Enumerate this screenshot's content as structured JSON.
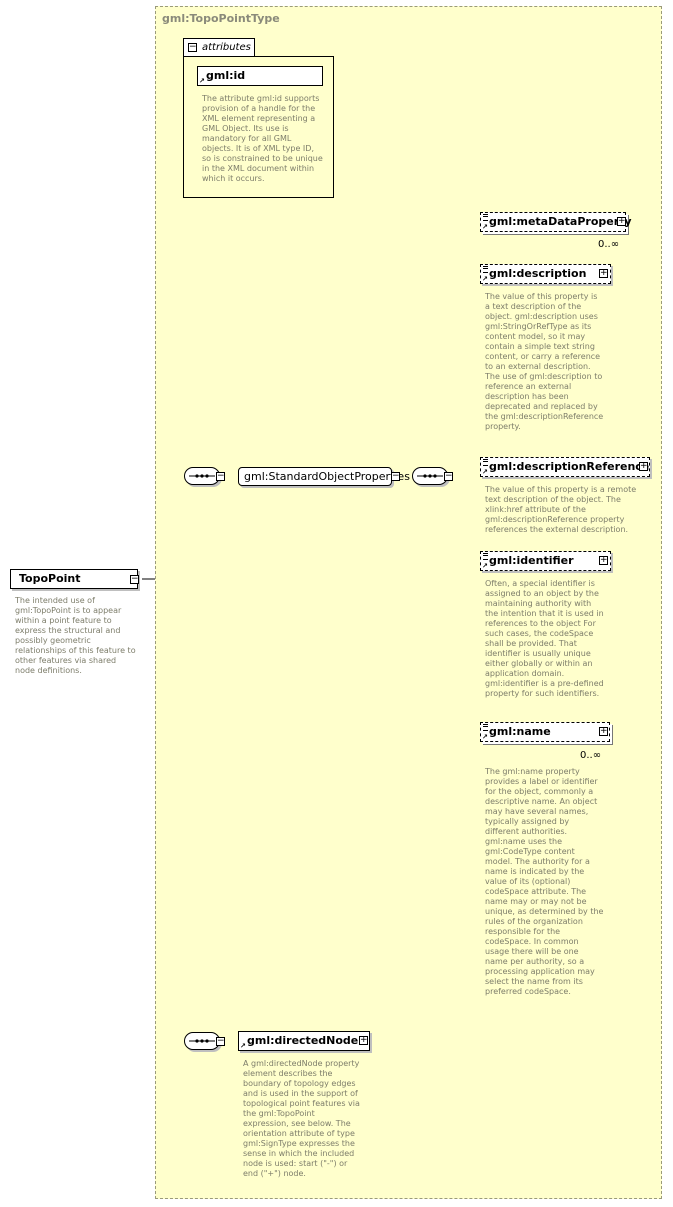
{
  "type_name": "gml:TopoPointType",
  "root": {
    "name": "TopoPoint",
    "description": "The intended use of\ngml:TopoPoint is to appear\nwithin a point feature to\nexpress the structural and\npossibly geometric\nrelationships of this feature to\nother features via shared\nnode definitions."
  },
  "attributes": {
    "header": "attributes",
    "items": [
      {
        "name": "gml:id",
        "description": "The attribute gml:id supports\nprovision of a handle for the\nXML element representing a\nGML Object. Its use is\nmandatory for all GML\nobjects. It is of XML type ID,\nso is constrained to be unique\nin the XML document within\nwhich it occurs."
      }
    ]
  },
  "group": {
    "name": "gml:StandardObjectProperties"
  },
  "elements": [
    {
      "name": "gml:metaDataProperty",
      "occurrence": "0..∞",
      "description": ""
    },
    {
      "name": "gml:description",
      "occurrence": "",
      "description": "The value of this property is\na text description of the\nobject. gml:description uses\ngml:StringOrRefType as its\ncontent model, so it may\ncontain a simple text string\ncontent, or carry a reference\nto an external description.\nThe use of gml:description to\nreference an external\ndescription has been\ndeprecated and replaced by\nthe gml:descriptionReference\nproperty."
    },
    {
      "name": "gml:descriptionReference",
      "occurrence": "",
      "description": "The value of this property is a remote\ntext description of the object. The\nxlink:href attribute of the\ngml:descriptionReference property\nreferences the external description."
    },
    {
      "name": "gml:identifier",
      "occurrence": "",
      "description": "Often, a special identifier is\nassigned to an object by the\nmaintaining authority with\nthe intention that it is used in\nreferences to the object For\nsuch cases, the codeSpace\nshall be provided. That\nidentifier is usually unique\neither globally or within an\napplication domain.\ngml:identifier is a pre-defined\nproperty for such identifiers."
    },
    {
      "name": "gml:name",
      "occurrence": "0..∞",
      "description": "The gml:name property\nprovides a label or identifier\nfor the object, commonly a\ndescriptive name. An object\nmay have several names,\ntypically assigned by\ndifferent authorities.\ngml:name uses the\ngml:CodeType content\nmodel.  The authority for a\nname is indicated by the\nvalue of its (optional)\ncodeSpace attribute.  The\nname may or may not be\nunique, as determined by the\nrules of the organization\nresponsible for the\ncodeSpace.  In common\nusage there will be one\nname per authority, so a\nprocessing application may\nselect the name from its\npreferred codeSpace."
    }
  ],
  "directed_node": {
    "name": "gml:directedNode",
    "description": "A gml:directedNode property\nelement describes the\nboundary of topology edges\nand is used in the support of\ntopological point features via\nthe gml:TopoPoint\nexpression, see below. The\norientation attribute of type\ngml:SignType expresses the\nsense in which the included\nnode is used: start (\"-\") or\nend (\"+\") node."
  }
}
